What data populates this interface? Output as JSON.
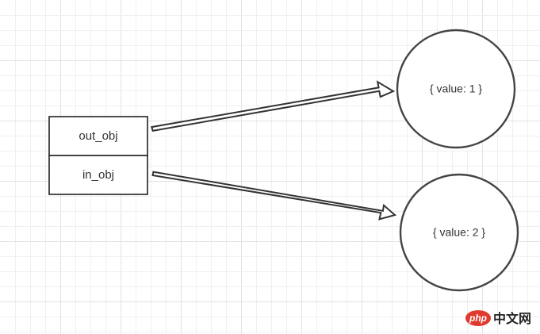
{
  "diagram": {
    "variables": [
      {
        "label": "out_obj"
      },
      {
        "label": "in_obj"
      }
    ],
    "objects": [
      {
        "label": "{ value: 1 }"
      },
      {
        "label": "{ value: 2 }"
      }
    ],
    "watermark": {
      "brand": "php",
      "text": "中文网",
      "brand_color": "#e03a2f",
      "text_color": "#222222"
    }
  }
}
